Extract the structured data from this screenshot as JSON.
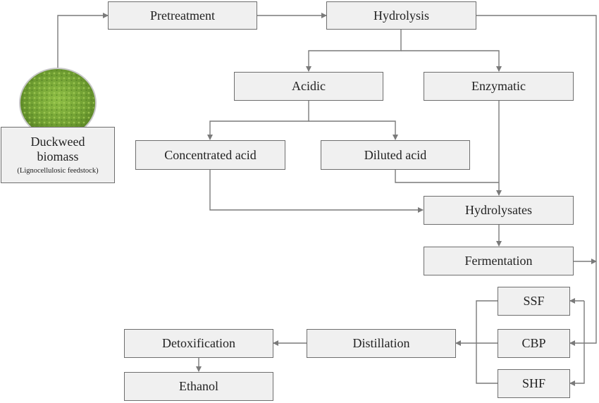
{
  "nodes": {
    "pretreatment": "Pretreatment",
    "hydrolysis": "Hydrolysis",
    "acidic": "Acidic",
    "enzymatic": "Enzymatic",
    "concentrated_acid": "Concentrated acid",
    "diluted_acid": "Diluted acid",
    "hydrolysates": "Hydrolysates",
    "fermentation": "Fermentation",
    "ssf": "SSF",
    "cbp": "CBP",
    "shf": "SHF",
    "distillation": "Distillation",
    "detoxification": "Detoxification",
    "ethanol": "Ethanol"
  },
  "biomass": {
    "line1": "Duckweed",
    "line2": "biomass",
    "line3": "(Lignocellulosic feedstock)"
  },
  "colors": {
    "box_fill": "#f0f0f0",
    "box_border": "#6e6e6e",
    "connector": "#7a7a7a",
    "duckweed_green": "#7aa63a"
  }
}
